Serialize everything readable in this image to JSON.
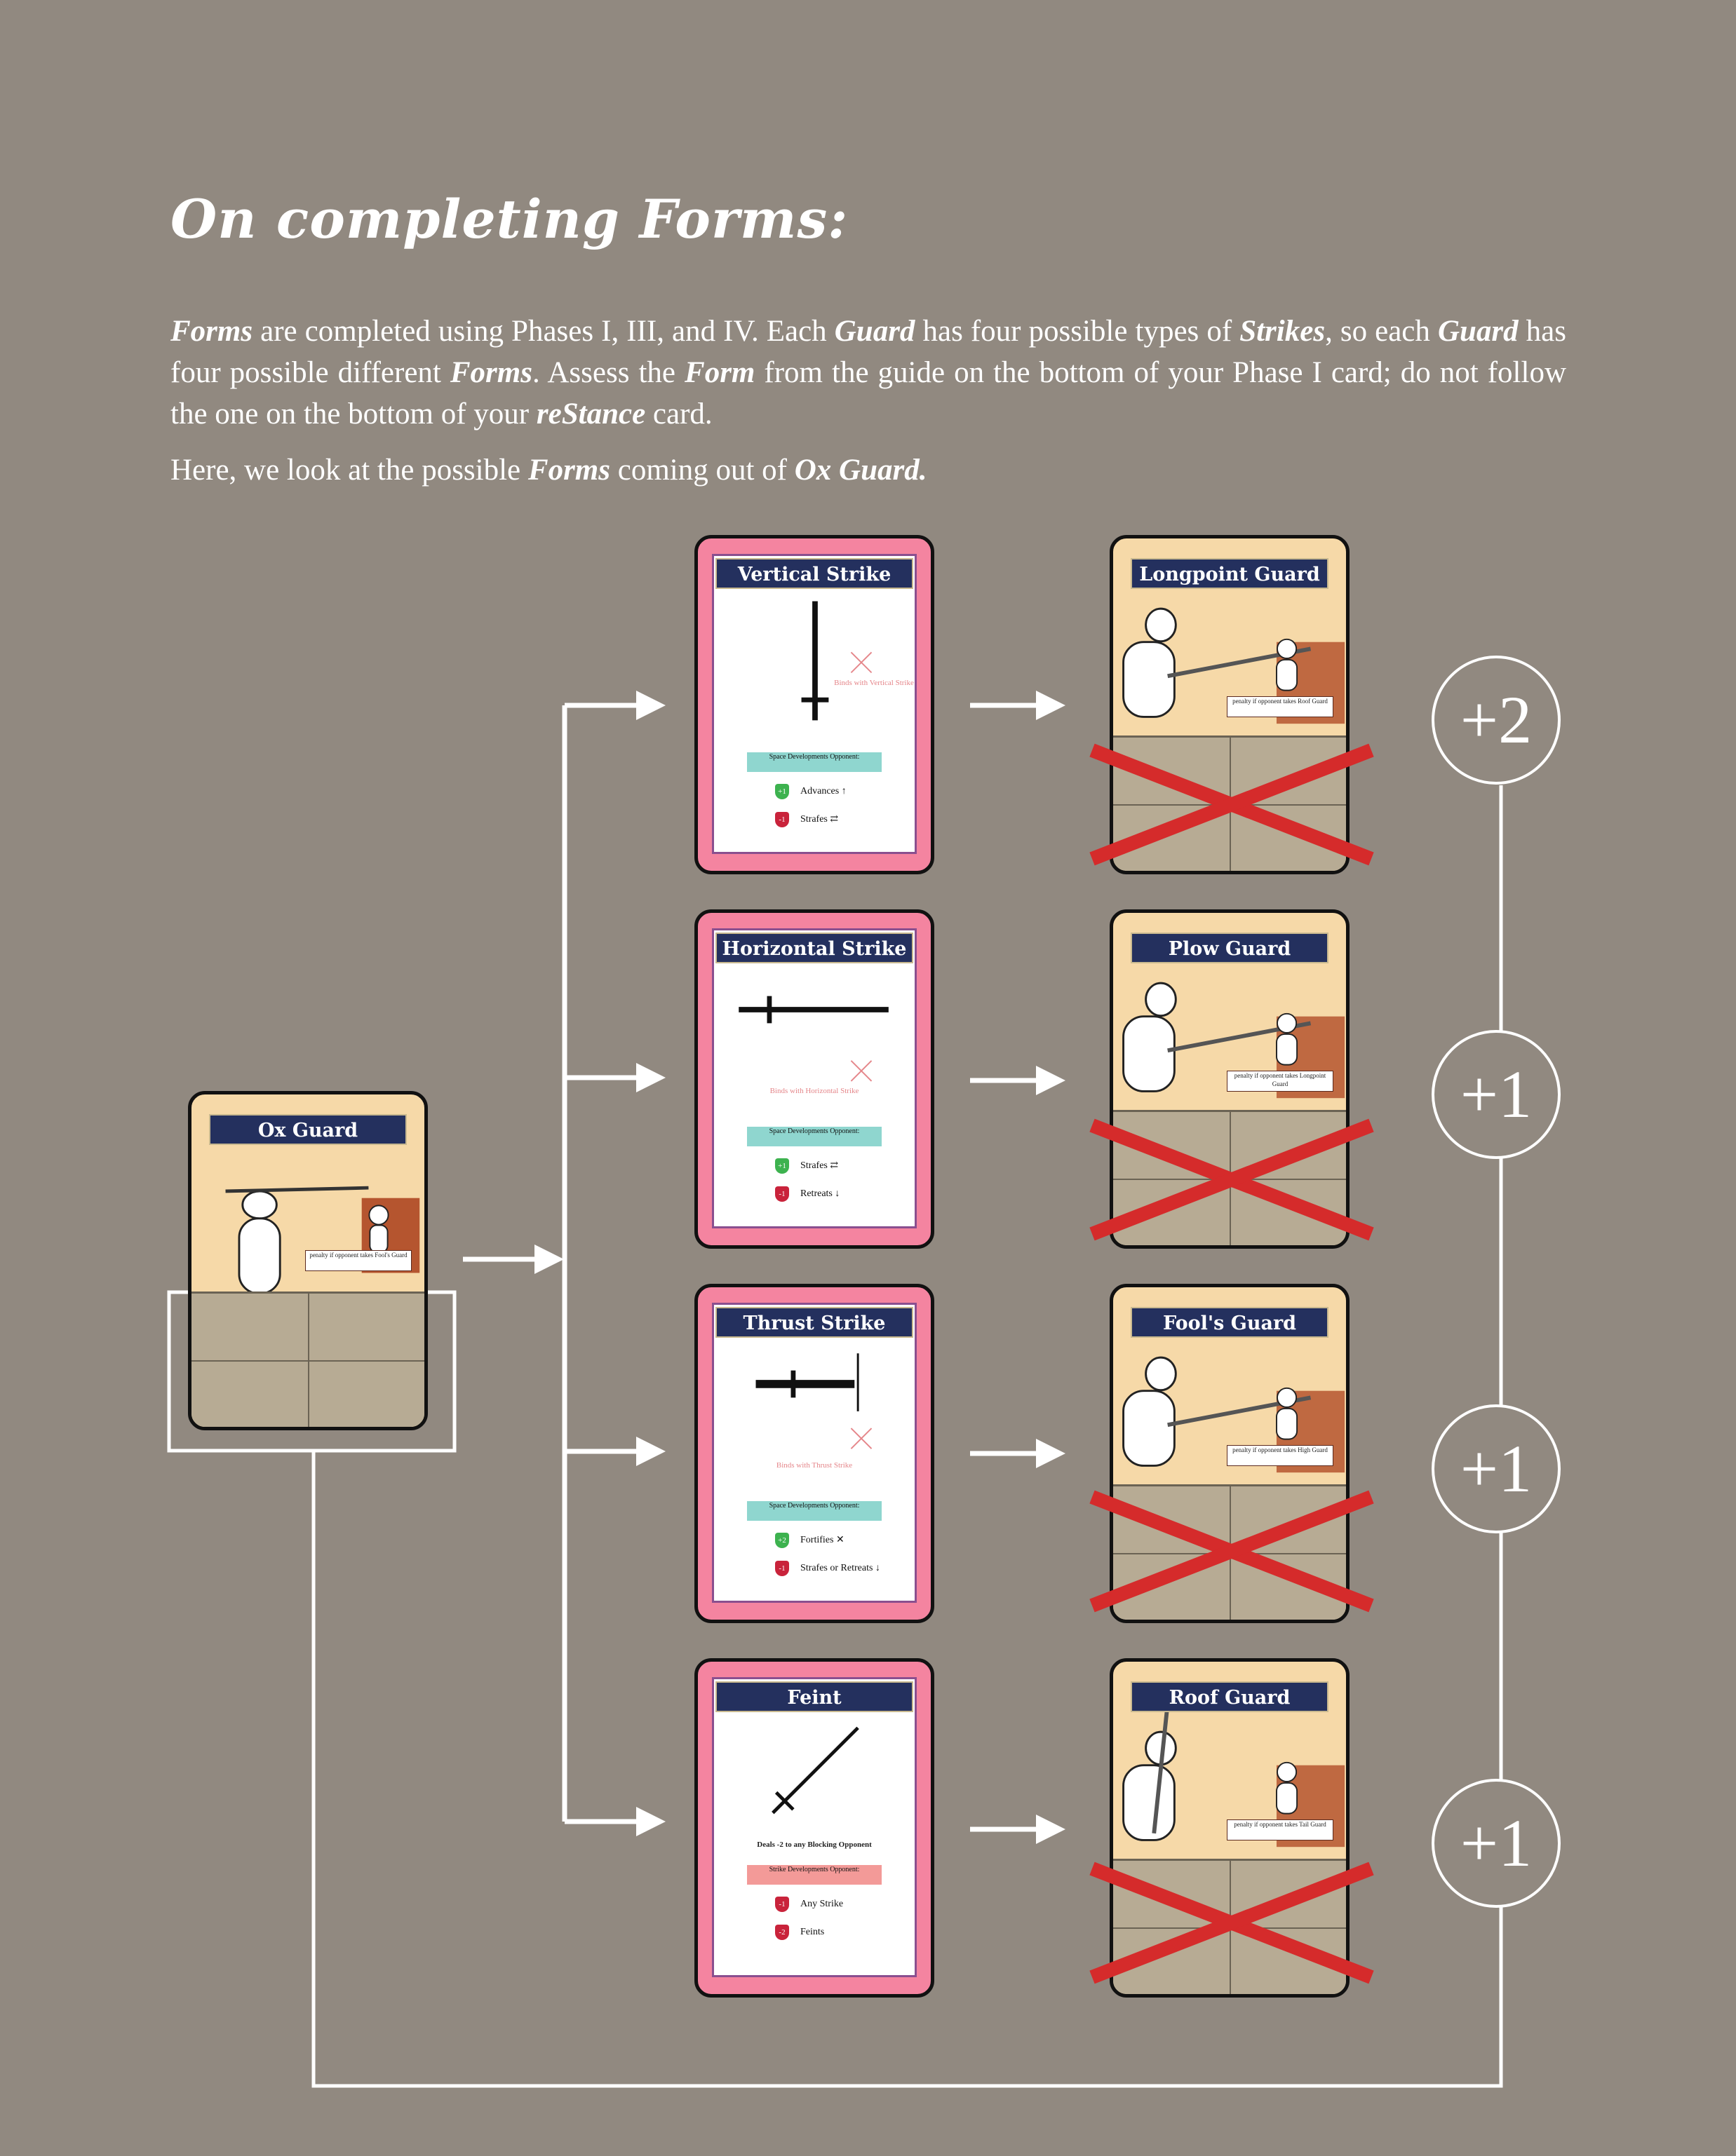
{
  "title": "On completing Forms:",
  "intro": {
    "p1": [
      {
        "t": "Forms",
        "b": true
      },
      {
        "t": " are completed using Phases I, III, and IV. Each "
      },
      {
        "t": "Guard",
        "b": true
      },
      {
        "t": " has four possible types of "
      },
      {
        "t": "Strikes",
        "b": true
      },
      {
        "t": ", so each "
      },
      {
        "t": "Guard",
        "b": true
      },
      {
        "t": " has four possible different "
      },
      {
        "t": "Forms",
        "b": true
      },
      {
        "t": ". Assess the "
      },
      {
        "t": "Form",
        "b": true
      },
      {
        "t": " from the guide on the bottom of your Phase I card; do not follow the one on the bottom of your "
      },
      {
        "t": "reStance",
        "b": true
      },
      {
        "t": " card."
      }
    ],
    "p2": [
      {
        "t": "Here, we look at the possible "
      },
      {
        "t": "Forms",
        "b": true
      },
      {
        "t": " coming out of "
      },
      {
        "t": "Ox Guard.",
        "b": true
      }
    ]
  },
  "start_card": {
    "title": "Ox Guard",
    "penalty": "penalty if opponent takes Fool's Guard"
  },
  "strike_cards": [
    {
      "title": "Vertical Strike",
      "binds": "Binds with Vertical Strike",
      "ribbon": "Space Developments Opponent:",
      "ribbon_color": "teal",
      "lines": [
        {
          "badge": "+1",
          "color": "g",
          "text": "Advances ↑"
        },
        {
          "badge": "-1",
          "color": "r",
          "text": "Strafes ⇄"
        }
      ]
    },
    {
      "title": "Horizontal Strike",
      "binds": "Binds with Horizontal Strike",
      "ribbon": "Space Developments Opponent:",
      "ribbon_color": "teal",
      "lines": [
        {
          "badge": "+1",
          "color": "g",
          "text": "Strafes ⇄"
        },
        {
          "badge": "-1",
          "color": "r",
          "text": "Retreats ↓"
        }
      ]
    },
    {
      "title": "Thrust Strike",
      "binds": "Binds with Thrust Strike",
      "ribbon": "Space Developments Opponent:",
      "ribbon_color": "teal",
      "lines": [
        {
          "badge": "+2",
          "color": "g",
          "text": "Fortifies ✕"
        },
        {
          "badge": "-1",
          "color": "r",
          "text": "Strafes or Retreats ↓"
        }
      ]
    },
    {
      "title": "Feint",
      "binds": "Deals -2 to any Blocking Opponent",
      "ribbon": "Strike Developments Opponent:",
      "ribbon_color": "red",
      "lines": [
        {
          "badge": "-1",
          "color": "r",
          "text": "Any Strike"
        },
        {
          "badge": "-2",
          "color": "r",
          "text": "Feints"
        }
      ]
    }
  ],
  "guard_cards": [
    {
      "title": "Longpoint Guard",
      "penalty": "penalty if opponent takes Roof Guard"
    },
    {
      "title": "Plow Guard",
      "penalty": "penalty if opponent takes Longpoint Guard"
    },
    {
      "title": "Fool's Guard",
      "penalty": "penalty if opponent takes High Guard"
    },
    {
      "title": "Roof Guard",
      "penalty": "penalty if opponent takes Tail Guard"
    }
  ],
  "scores": [
    "+2",
    "+1",
    "+1",
    "+1"
  ],
  "colors": {
    "background": "#918980",
    "strike_card": "#f484a0",
    "guard_card": "#f6d9a8",
    "banner": "#24305e",
    "cross": "#d52b2b"
  }
}
